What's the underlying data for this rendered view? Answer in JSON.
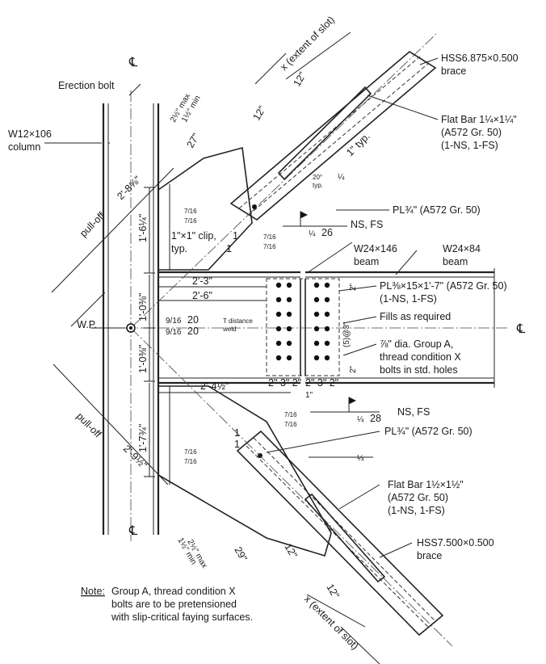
{
  "labels": {
    "centerline": "℄",
    "erection_bolt": "Erection bolt",
    "column_name": "W12×106",
    "column_word": "column",
    "pull_off": "pull-off",
    "wp": "W.P.",
    "dim_28": "2'-8⅝\"",
    "dim_29": "2'-9½\"",
    "dim_164": "1'-6¼\"",
    "dim_103a": "1'-0⅜\"",
    "dim_103b": "1'-0⅜\"",
    "dim_173": "1'-7¾\"",
    "dim_23": "2'-3\"",
    "dim_26": "2'-6\"",
    "dim_24": "2'-4½\"",
    "upper_max": "2½\" max",
    "upper_min": "1½\" min",
    "lower_max": "2½\" max",
    "lower_min": "1½\" min",
    "dim_27": "27\"",
    "dim_29in": "29\"",
    "dim_12_a": "12\"",
    "dim_12_b": "12\"",
    "dim_12_c": "12\"",
    "dim_12_d": "12\"",
    "slot_upper": "x (extent of slot)",
    "slot_lower": "x (extent of slot)",
    "hss_upper": "HSS6.875×0.500",
    "hss_upper_sub": "brace",
    "flatbar_upper_1": "Flat Bar 1¼×1¼\"",
    "flatbar_upper_2": "(A572 Gr. 50)",
    "flatbar_upper_3": "(1-NS, 1-FS)",
    "one_typ": "1\" typ.",
    "twenty_deg": "20°",
    "twenty_typ": "typ.",
    "quarter": "¼",
    "pl_upper": "PL¾\" (A572 Gr. 50)",
    "weld_ns_fs_upper": "NS, FS",
    "weld_qtr_upper": "¼",
    "weld_26": "26",
    "clip_text": "1\"×1\" clip,",
    "clip_typ": "typ.",
    "clip_one_a": "1",
    "clip_one_b": "1",
    "w24146": "W24×146",
    "w24146_sub": "beam",
    "w2484": "W24×84",
    "w2484_sub": "beam",
    "pl_splice_1": "PL⅜×15×1'-7\" (A572 Gr. 50)",
    "pl_splice_2": "(1-NS, 1-FS)",
    "fills": "Fills as required",
    "bolts_1": "⅞\" dia. Group A,",
    "bolts_2": "thread condition X",
    "bolts_3": "bolts in std. holes",
    "five_at_3": "(5)@3\"",
    "two_a": "2\"",
    "two_b": "2\"",
    "gage_left": "2\" 3\" 2\"",
    "gage_right": "2\" 3\" 2\"",
    "one_inch": "1\"",
    "weld_916_a": "9/16",
    "weld_916_b": "9/16",
    "weld_20_a": "20",
    "weld_20_b": "20",
    "t_distance": "T distance",
    "t_weld": "weld",
    "weld_716": "7/16",
    "weld_ns_fs_lower": "NS, FS",
    "weld_qtr_lower": "¼",
    "weld_28": "28",
    "pl_lower": "PL¾\"  (A572 Gr. 50)",
    "lower_one_a": "1",
    "lower_one_b": "1",
    "lower_quarter": "¼",
    "flatbar_lower_1": "Flat Bar 1½×1½\"",
    "flatbar_lower_2": "(A572 Gr. 50)",
    "flatbar_lower_3": "(1-NS, 1-FS)",
    "hss_lower": "HSS7.500×0.500",
    "hss_lower_sub": "brace",
    "note_head": "Note:",
    "note_1": "Group A, thread condition X",
    "note_2": "bolts are to be pretensioned",
    "note_3": "with slip-critical faying surfaces."
  }
}
